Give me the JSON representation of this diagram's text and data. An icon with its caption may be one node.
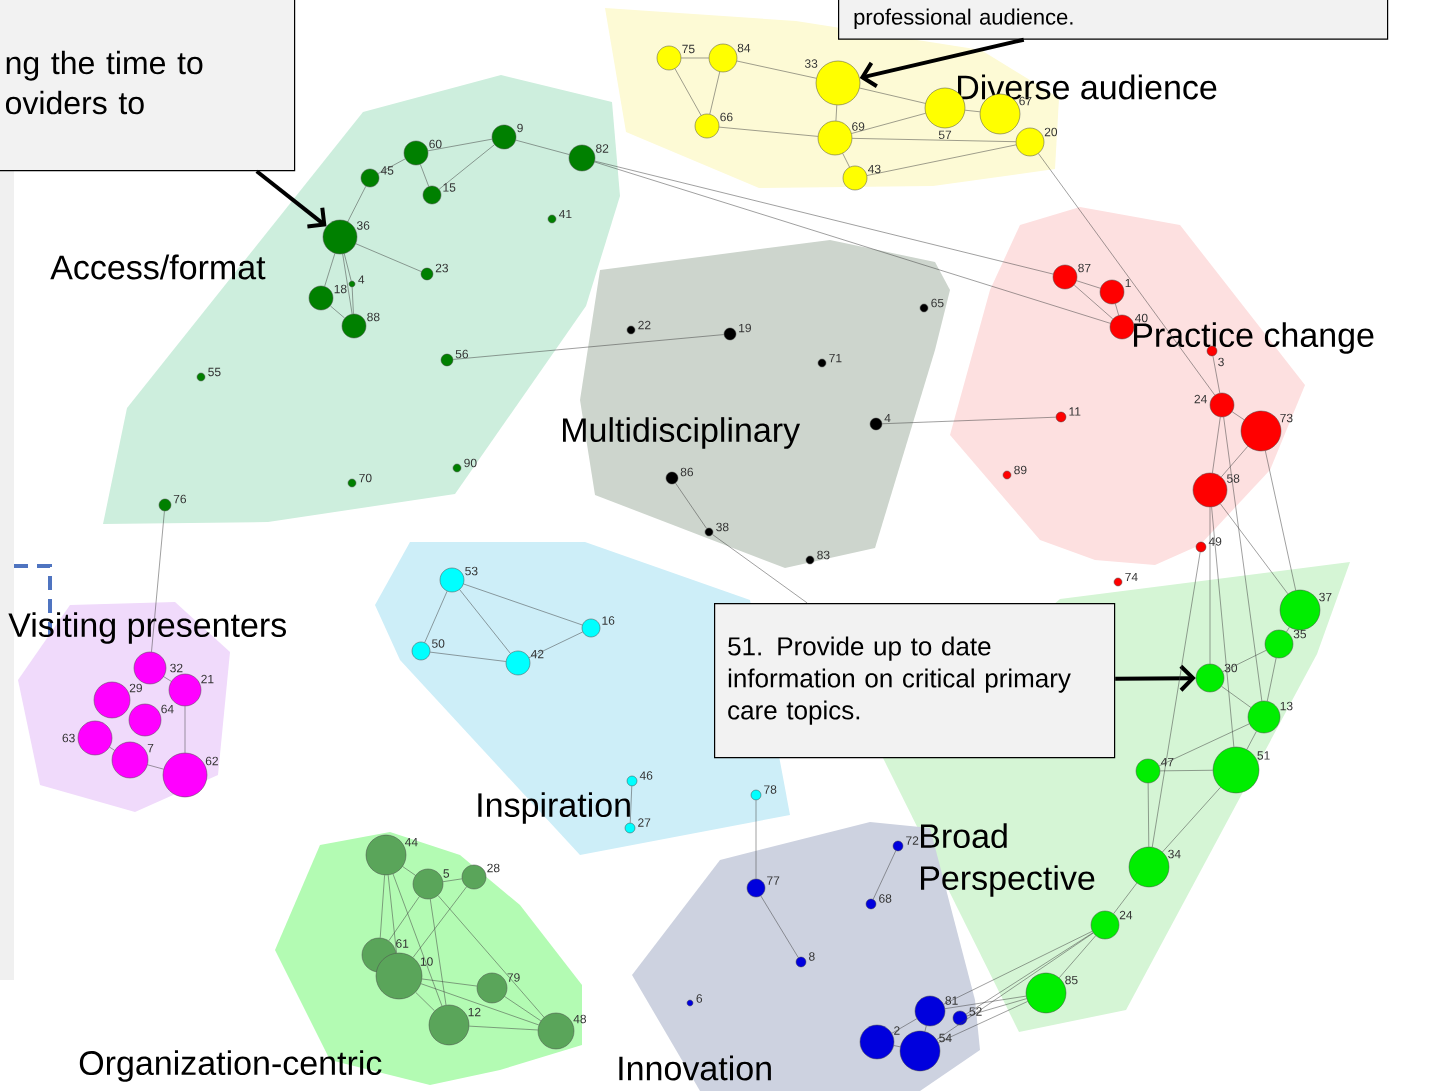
{
  "diagram": {
    "nodes": [
      {
        "text": [
          "ng the time to oviders to"
        ]
      },
      {
        "text": [
          "professional audience."
        ]
      },
      {
        "text": [
          "Diverse audience"
        ]
      },
      {
        "text": [],
        "shape": "circle",
        "beside": [
          "75"
        ],
        "in": 2
      },
      {
        "text": [],
        "shape": "circle",
        "beside": [
          "84"
        ],
        "in": 2
      },
      {
        "text": [],
        "shape": "circle",
        "beside": [
          "33"
        ],
        "in": 2
      },
      {
        "text": [],
        "shape": "circle",
        "beside": [
          "66"
        ],
        "in": 2
      },
      {
        "text": [],
        "shape": "circle",
        "beside": [
          "69"
        ],
        "in": 2
      },
      {
        "text": [],
        "shape": "circle",
        "beside": [
          "57"
        ],
        "in": 2
      },
      {
        "text": [],
        "shape": "circle",
        "beside": [
          "67"
        ],
        "in": 2
      },
      {
        "text": [],
        "shape": "circle",
        "beside": [
          "20"
        ],
        "in": 2
      },
      {
        "text": [],
        "shape": "circle",
        "beside": [
          "43"
        ],
        "in": 2
      },
      {
        "text": [
          "Access/format"
        ]
      },
      {
        "text": [],
        "shape": "circle",
        "beside": [
          "9"
        ],
        "in": 12
      },
      {
        "text": [],
        "shape": "circle",
        "beside": [
          "60"
        ],
        "in": 12
      },
      {
        "text": [],
        "shape": "circle",
        "beside": [
          "45"
        ],
        "in": 12
      },
      {
        "text": [],
        "shape": "circle",
        "beside": [
          "15"
        ],
        "in": 12
      },
      {
        "text": [],
        "shape": "circle",
        "beside": [
          "82"
        ],
        "in": 12
      },
      {
        "text": [],
        "shape": "circle",
        "beside": [
          "36"
        ],
        "in": 12
      },
      {
        "text": [],
        "shape": "circle",
        "beside": [
          "41"
        ],
        "in": 12
      },
      {
        "text": [],
        "shape": "circle",
        "beside": [
          "23"
        ],
        "in": 12
      },
      {
        "text": [],
        "shape": "circle",
        "beside": [
          "4"
        ],
        "in": 12
      },
      {
        "text": [],
        "shape": "circle",
        "beside": [
          "18"
        ],
        "in": 12
      },
      {
        "text": [],
        "shape": "circle",
        "beside": [
          "88"
        ],
        "in": 12
      },
      {
        "text": [],
        "shape": "circle",
        "beside": [
          "56"
        ],
        "in": 12
      },
      {
        "text": [],
        "shape": "circle",
        "beside": [
          "55"
        ],
        "in": 12
      },
      {
        "text": [],
        "shape": "circle",
        "beside": [
          "70"
        ],
        "in": 12
      },
      {
        "text": [],
        "shape": "circle",
        "beside": [
          "90"
        ],
        "in": 12
      },
      {
        "text": [],
        "shape": "circle",
        "beside": [
          "76"
        ],
        "in": 12
      },
      {
        "text": [
          "Multidisciplinary"
        ]
      },
      {
        "text": [],
        "shape": "circle",
        "beside": [
          "22"
        ],
        "in": 29
      },
      {
        "text": [],
        "shape": "circle",
        "beside": [
          "19"
        ],
        "in": 29
      },
      {
        "text": [],
        "shape": "circle",
        "beside": [
          "65"
        ],
        "in": 29
      },
      {
        "text": [],
        "shape": "circle",
        "beside": [
          "71"
        ],
        "in": 29
      },
      {
        "text": [],
        "shape": "circle",
        "beside": [
          "4"
        ],
        "in": 29
      },
      {
        "text": [],
        "shape": "circle",
        "beside": [
          "86"
        ],
        "in": 29
      },
      {
        "text": [],
        "shape": "circle",
        "beside": [
          "38"
        ],
        "in": 29
      },
      {
        "text": [],
        "shape": "circle",
        "beside": [
          "83"
        ],
        "in": 29
      },
      {
        "text": [
          "Practice change"
        ]
      },
      {
        "text": [],
        "shape": "circle",
        "beside": [
          "87"
        ],
        "in": 38
      },
      {
        "text": [],
        "shape": "circle",
        "beside": [
          "1"
        ],
        "in": 38
      },
      {
        "text": [],
        "shape": "circle",
        "beside": [
          "40"
        ],
        "in": 38
      },
      {
        "text": [],
        "shape": "circle",
        "beside": [
          "3"
        ],
        "in": 38
      },
      {
        "text": [],
        "shape": "circle",
        "beside": [
          "11"
        ],
        "in": 38
      },
      {
        "text": [],
        "shape": "circle",
        "beside": [
          "89"
        ],
        "in": 38
      },
      {
        "text": [],
        "shape": "circle",
        "beside": [
          "24"
        ],
        "in": 38
      },
      {
        "text": [],
        "shape": "circle",
        "beside": [
          "73"
        ],
        "in": 38
      },
      {
        "text": [],
        "shape": "circle",
        "beside": [
          "58"
        ],
        "in": 38
      },
      {
        "text": [],
        "shape": "circle",
        "beside": [
          "49"
        ],
        "in": 38
      },
      {
        "text": [],
        "shape": "circle",
        "beside": [
          "74"
        ]
      },
      {
        "text": [
          "Visiting presenters"
        ]
      },
      {
        "text": [],
        "shape": "circle",
        "beside": [
          "32"
        ],
        "in": 50
      },
      {
        "text": [],
        "shape": "circle",
        "beside": [
          "21"
        ],
        "in": 50
      },
      {
        "text": [],
        "shape": "circle",
        "beside": [
          "29"
        ],
        "in": 50
      },
      {
        "text": [],
        "shape": "circle",
        "beside": [
          "63"
        ],
        "in": 50
      },
      {
        "text": [],
        "shape": "circle",
        "beside": [
          "64"
        ],
        "in": 50
      },
      {
        "text": [],
        "shape": "circle",
        "beside": [
          "7"
        ],
        "in": 50
      },
      {
        "text": [],
        "shape": "circle",
        "beside": [
          "62"
        ],
        "in": 50
      },
      {
        "text": [
          "Inspiration"
        ]
      },
      {
        "text": [],
        "shape": "circle",
        "beside": [
          "53"
        ],
        "in": 58
      },
      {
        "text": [],
        "shape": "circle",
        "beside": [
          "16"
        ],
        "in": 58
      },
      {
        "text": [],
        "shape": "circle",
        "beside": [
          "50"
        ],
        "in": 58
      },
      {
        "text": [],
        "shape": "circle",
        "beside": [
          "42"
        ],
        "in": 58
      },
      {
        "text": [],
        "shape": "circle",
        "beside": [
          "46"
        ],
        "in": 58
      },
      {
        "text": [],
        "shape": "circle",
        "beside": [
          "27"
        ],
        "in": 58
      },
      {
        "text": [],
        "shape": "circle",
        "beside": [
          "78"
        ],
        "in": 58
      },
      {
        "text": [
          "51. Provide up to date information on critical primary care topics."
        ]
      },
      {
        "text": [
          "Broad Perspective"
        ]
      },
      {
        "text": [],
        "shape": "circle",
        "beside": [
          "37"
        ],
        "in": 67
      },
      {
        "text": [],
        "shape": "circle",
        "beside": [
          "35"
        ],
        "in": 67
      },
      {
        "text": [],
        "shape": "circle",
        "beside": [
          "30"
        ],
        "in": 67
      },
      {
        "text": [],
        "shape": "circle",
        "beside": [
          "13"
        ],
        "in": 67
      },
      {
        "text": [],
        "shape": "circle",
        "beside": [
          "51"
        ],
        "in": 67
      },
      {
        "text": [],
        "shape": "circle",
        "beside": [
          "47"
        ],
        "in": 67
      },
      {
        "text": [],
        "shape": "circle",
        "beside": [
          "34"
        ],
        "in": 67
      },
      {
        "text": [],
        "shape": "circle",
        "beside": [
          "24"
        ],
        "in": 67
      },
      {
        "text": [],
        "shape": "circle",
        "beside": [
          "85"
        ],
        "in": 67
      },
      {
        "text": [
          "Organization-centric"
        ]
      },
      {
        "text": [],
        "shape": "circle",
        "beside": [
          "44"
        ],
        "in": 77
      },
      {
        "text": [],
        "shape": "circle",
        "beside": [
          "5"
        ],
        "in": 77
      },
      {
        "text": [],
        "shape": "circle",
        "beside": [
          "28"
        ],
        "in": 77
      },
      {
        "text": [],
        "shape": "circle",
        "beside": [
          "61"
        ],
        "in": 77
      },
      {
        "text": [],
        "shape": "circle",
        "beside": [
          "10"
        ],
        "in": 77
      },
      {
        "text": [],
        "shape": "circle",
        "beside": [
          "79"
        ],
        "in": 77
      },
      {
        "text": [],
        "shape": "circle",
        "beside": [
          "12"
        ],
        "in": 77
      },
      {
        "text": [],
        "shape": "circle",
        "beside": [
          "48"
        ],
        "in": 77
      },
      {
        "text": [
          "Innovation"
        ]
      },
      {
        "text": [],
        "shape": "circle",
        "beside": [
          "72"
        ],
        "in": 86
      },
      {
        "text": [],
        "shape": "circle",
        "beside": [
          "68"
        ],
        "in": 86
      },
      {
        "text": [],
        "shape": "circle",
        "beside": [
          "77"
        ],
        "in": 86
      },
      {
        "text": [],
        "shape": "circle",
        "beside": [
          "8"
        ],
        "in": 86
      },
      {
        "text": [],
        "shape": "circle",
        "beside": [
          "6"
        ],
        "in": 86
      },
      {
        "text": [],
        "shape": "circle",
        "beside": [
          "81"
        ],
        "in": 86
      },
      {
        "text": [],
        "shape": "circle",
        "beside": [
          "52"
        ],
        "in": 86
      },
      {
        "text": [],
        "shape": "circle",
        "beside": [
          "2"
        ],
        "in": 86
      },
      {
        "text": [],
        "shape": "circle",
        "beside": [
          "54"
        ],
        "in": 86
      }
    ],
    "edges": [
      {
        "from": 0,
        "to": 18,
        "arrow": "to",
        "style": "thick"
      },
      {
        "from": 1,
        "to": 5,
        "arrow": "to",
        "style": "thick"
      },
      {
        "from": 66,
        "to": 70,
        "arrow": "to",
        "style": "thick"
      },
      {
        "from": 3,
        "to": 4,
        "arrow": "none"
      },
      {
        "from": 3,
        "to": 6,
        "arrow": "none"
      },
      {
        "from": 4,
        "to": 6,
        "arrow": "none"
      },
      {
        "from": 4,
        "to": 5,
        "arrow": "none"
      },
      {
        "from": 6,
        "to": 7,
        "arrow": "none"
      },
      {
        "from": 5,
        "to": 7,
        "arrow": "none"
      },
      {
        "from": 5,
        "to": 8,
        "arrow": "none"
      },
      {
        "from": 7,
        "to": 8,
        "arrow": "none"
      },
      {
        "from": 7,
        "to": 10,
        "arrow": "none"
      },
      {
        "from": 7,
        "to": 11,
        "arrow": "none"
      },
      {
        "from": 11,
        "to": 10,
        "arrow": "none"
      },
      {
        "from": 8,
        "to": 9,
        "arrow": "none"
      },
      {
        "from": 10,
        "to": 45,
        "arrow": "none"
      },
      {
        "from": 14,
        "to": 13,
        "arrow": "none"
      },
      {
        "from": 13,
        "to": 16,
        "arrow": "none"
      },
      {
        "from": 13,
        "to": 17,
        "arrow": "none"
      },
      {
        "from": 14,
        "to": 16,
        "arrow": "none"
      },
      {
        "from": 15,
        "to": 14,
        "arrow": "none"
      },
      {
        "from": 18,
        "to": 15,
        "arrow": "none"
      },
      {
        "from": 18,
        "to": 20,
        "arrow": "none"
      },
      {
        "from": 18,
        "to": 22,
        "arrow": "none"
      },
      {
        "from": 18,
        "to": 23,
        "arrow": "none"
      },
      {
        "from": 22,
        "to": 23,
        "arrow": "none"
      },
      {
        "from": 18,
        "to": 21,
        "arrow": "none"
      },
      {
        "from": 21,
        "to": 23,
        "arrow": "none"
      },
      {
        "from": 17,
        "to": 39,
        "arrow": "none"
      },
      {
        "from": 17,
        "to": 41,
        "arrow": "none"
      },
      {
        "from": 24,
        "to": 31,
        "arrow": "none"
      },
      {
        "from": 28,
        "to": 51,
        "arrow": "none"
      },
      {
        "from": 34,
        "to": 43,
        "arrow": "none"
      },
      {
        "from": 35,
        "to": 36,
        "arrow": "none"
      },
      {
        "from": 36,
        "to": 66,
        "arrow": "none"
      },
      {
        "from": 39,
        "to": 40,
        "arrow": "none"
      },
      {
        "from": 39,
        "to": 41,
        "arrow": "none"
      },
      {
        "from": 40,
        "to": 41,
        "arrow": "none"
      },
      {
        "from": 42,
        "to": 45,
        "arrow": "none"
      },
      {
        "from": 45,
        "to": 46,
        "arrow": "none"
      },
      {
        "from": 45,
        "to": 47,
        "arrow": "none"
      },
      {
        "from": 46,
        "to": 47,
        "arrow": "none"
      },
      {
        "from": 46,
        "to": 68,
        "arrow": "none"
      },
      {
        "from": 47,
        "to": 68,
        "arrow": "none"
      },
      {
        "from": 47,
        "to": 70,
        "arrow": "none"
      },
      {
        "from": 47,
        "to": 72,
        "arrow": "none"
      },
      {
        "from": 45,
        "to": 71,
        "arrow": "none"
      },
      {
        "from": 48,
        "to": 74,
        "arrow": "none"
      },
      {
        "from": 52,
        "to": 57,
        "arrow": "none"
      },
      {
        "from": 56,
        "to": 57,
        "arrow": "none"
      },
      {
        "from": 51,
        "to": 52,
        "arrow": "none"
      },
      {
        "from": 54,
        "to": 56,
        "arrow": "none"
      },
      {
        "from": 59,
        "to": 60,
        "arrow": "none"
      },
      {
        "from": 59,
        "to": 61,
        "arrow": "none"
      },
      {
        "from": 59,
        "to": 62,
        "arrow": "none"
      },
      {
        "from": 61,
        "to": 62,
        "arrow": "none"
      },
      {
        "from": 62,
        "to": 60,
        "arrow": "none"
      },
      {
        "from": 63,
        "to": 64,
        "arrow": "none"
      },
      {
        "from": 65,
        "to": 89,
        "arrow": "none"
      },
      {
        "from": 68,
        "to": 69,
        "arrow": "none"
      },
      {
        "from": 69,
        "to": 71,
        "arrow": "none"
      },
      {
        "from": 69,
        "to": 70,
        "arrow": "none"
      },
      {
        "from": 70,
        "to": 71,
        "arrow": "none"
      },
      {
        "from": 71,
        "to": 72,
        "arrow": "none"
      },
      {
        "from": 71,
        "to": 73,
        "arrow": "none"
      },
      {
        "from": 73,
        "to": 72,
        "arrow": "none"
      },
      {
        "from": 73,
        "to": 74,
        "arrow": "none"
      },
      {
        "from": 72,
        "to": 74,
        "arrow": "none"
      },
      {
        "from": 74,
        "to": 75,
        "arrow": "none"
      },
      {
        "from": 75,
        "to": 76,
        "arrow": "none"
      },
      {
        "from": 75,
        "to": 92,
        "arrow": "none"
      },
      {
        "from": 75,
        "to": 93,
        "arrow": "none"
      },
      {
        "from": 75,
        "to": 95,
        "arrow": "none"
      },
      {
        "from": 76,
        "to": 93,
        "arrow": "none"
      },
      {
        "from": 76,
        "to": 95,
        "arrow": "none"
      },
      {
        "from": 76,
        "to": 92,
        "arrow": "none"
      },
      {
        "from": 78,
        "to": 79,
        "arrow": "none"
      },
      {
        "from": 79,
        "to": 80,
        "arrow": "none"
      },
      {
        "from": 78,
        "to": 81,
        "arrow": "none"
      },
      {
        "from": 78,
        "to": 82,
        "arrow": "none"
      },
      {
        "from": 78,
        "to": 84,
        "arrow": "none"
      },
      {
        "from": 79,
        "to": 81,
        "arrow": "none"
      },
      {
        "from": 79,
        "to": 84,
        "arrow": "none"
      },
      {
        "from": 79,
        "to": 85,
        "arrow": "none"
      },
      {
        "from": 80,
        "to": 82,
        "arrow": "none"
      },
      {
        "from": 82,
        "to": 83,
        "arrow": "none"
      },
      {
        "from": 82,
        "to": 85,
        "arrow": "none"
      },
      {
        "from": 82,
        "to": 84,
        "arrow": "none"
      },
      {
        "from": 84,
        "to": 85,
        "arrow": "none"
      },
      {
        "from": 83,
        "to": 85,
        "arrow": "none"
      },
      {
        "from": 87,
        "to": 88,
        "arrow": "none"
      },
      {
        "from": 89,
        "to": 90,
        "arrow": "none"
      },
      {
        "from": 92,
        "to": 94,
        "arrow": "none"
      },
      {
        "from": 94,
        "to": 95,
        "arrow": "none"
      },
      {
        "from": 92,
        "to": 95,
        "arrow": "none"
      }
    ]
  }
}
